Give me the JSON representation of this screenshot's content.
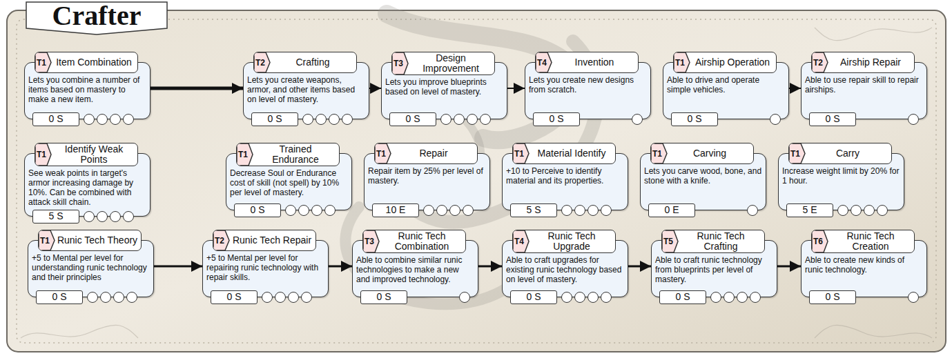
{
  "diagram": {
    "title": "Crafter",
    "nodes": [
      {
        "text": [
          "T1",
          "Item Combination",
          "Lets you combine a number of items based on mastery to make a new item.",
          "0 S"
        ]
      },
      {
        "text": [
          "T2",
          "Crafting",
          "Lets you create weapons, armor, and other items based on level of mastery.",
          "0 S"
        ]
      },
      {
        "text": [
          "T3",
          "Design Improvement",
          "Lets you improve blueprints based on level of mastery.",
          "0 S"
        ]
      },
      {
        "text": [
          "T4",
          "Invention",
          "Lets you create new designs from scratch.",
          "0 S"
        ]
      },
      {
        "text": [
          "T1",
          "Airship Operation",
          "Able to drive and operate simple vehicles.",
          "0 S"
        ]
      },
      {
        "text": [
          "T2",
          "Airship Repair",
          "Able to use repair skill to repair airships.",
          "0 S"
        ]
      },
      {
        "text": [
          "T1",
          "Identify Weak Points",
          "See weak points in target's armor increasing damage by 10%. Can be combined with attack skill chain.",
          "5 S"
        ]
      },
      {
        "text": [
          "T1",
          "Trained Endurance",
          "Decrease Soul or Endurance cost of skill (not spell) by 10% per level of mastery.",
          "0 S"
        ]
      },
      {
        "text": [
          "T1",
          "Repair",
          "Repair item by 25% per level of mastery.",
          "10 E"
        ]
      },
      {
        "text": [
          "T1",
          "Material Identify",
          "+10 to Perceive to identify material and its properties.",
          "5 S"
        ]
      },
      {
        "text": [
          "T1",
          "Carving",
          "Lets you carve wood, bone, and stone with a knife.",
          "0 E"
        ]
      },
      {
        "text": [
          "T1",
          "Carry",
          "Increase weight limit by 20% for 1 hour.",
          "5 E"
        ]
      },
      {
        "text": [
          "T1",
          "Runic Tech Theory",
          "+5 to Mental per level for understanding runic technology and their principles",
          "0 S"
        ]
      },
      {
        "text": [
          "T2",
          "Runic Tech Repair",
          "+5 to Mental per level for repairing runic technology with repair skills.",
          "0 S"
        ]
      },
      {
        "text": [
          "T3",
          "Runic Tech Combination",
          "Able to combine similar runic technologies to make a new and improved technology.",
          "0 S"
        ]
      },
      {
        "text": [
          "T4",
          "Runic Tech Upgrade",
          "Able to craft upgrades for existing runic technology based on level of mastery.",
          "0 S"
        ]
      },
      {
        "text": [
          "T5",
          "Runic Tech Crafting",
          "Able to craft runic technology from blueprints per level of mastery.",
          "0 S"
        ]
      },
      {
        "text": [
          "T6",
          "Runic Tech Creation",
          "Able to create new kinds of runic technology.",
          "0 S"
        ]
      }
    ],
    "edges": [
      {
        "from": 0,
        "to": 1,
        "arrow": "to"
      },
      {
        "from": 1,
        "to": 2,
        "arrow": "to"
      },
      {
        "from": 2,
        "to": 3,
        "arrow": "to"
      },
      {
        "from": 4,
        "to": 5,
        "arrow": "to"
      },
      {
        "from": 12,
        "to": 13,
        "arrow": "to"
      },
      {
        "from": 13,
        "to": 14,
        "arrow": "to"
      },
      {
        "from": 14,
        "to": 15,
        "arrow": "to"
      },
      {
        "from": 15,
        "to": 16,
        "arrow": "to"
      },
      {
        "from": 16,
        "to": 17,
        "arrow": "to"
      }
    ]
  }
}
